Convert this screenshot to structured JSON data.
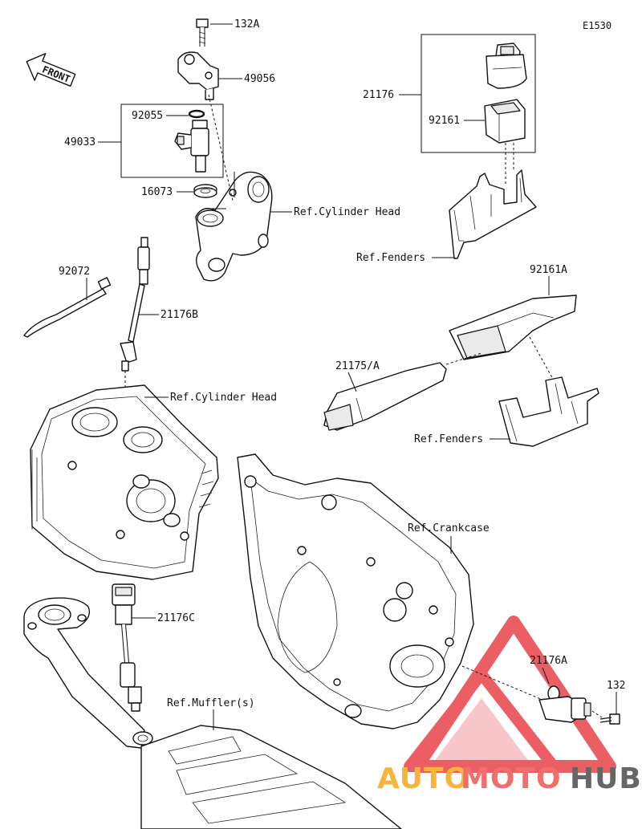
{
  "diagram_code": "E1530",
  "front_label": "FRONT",
  "labels": {
    "p132A": "132A",
    "p49056": "49056",
    "p21176": "21176",
    "p92055": "92055",
    "p49033": "49033",
    "p92161": "92161",
    "p16073": "16073",
    "ref_cyl_head_1": "Ref.Cylinder Head",
    "ref_fenders_1": "Ref.Fenders",
    "p92072": "92072",
    "p92161A": "92161A",
    "p21176B": "21176B",
    "p21175A": "21175/A",
    "ref_cyl_head_2": "Ref.Cylinder Head",
    "ref_fenders_2": "Ref.Fenders",
    "ref_crankcase": "Ref.Crankcase",
    "p21176C": "21176C",
    "p21176A": "21176A",
    "p132": "132",
    "ref_mufflers": "Ref.Muffler(s)"
  },
  "watermark": {
    "part1": "AUTO",
    "part2": "MOTO",
    "part3": "HUB",
    "colors": {
      "auto": "#f5b53a",
      "moto": "#ef6f6c",
      "hub": "#666666",
      "triangle": "#e8434a"
    }
  }
}
